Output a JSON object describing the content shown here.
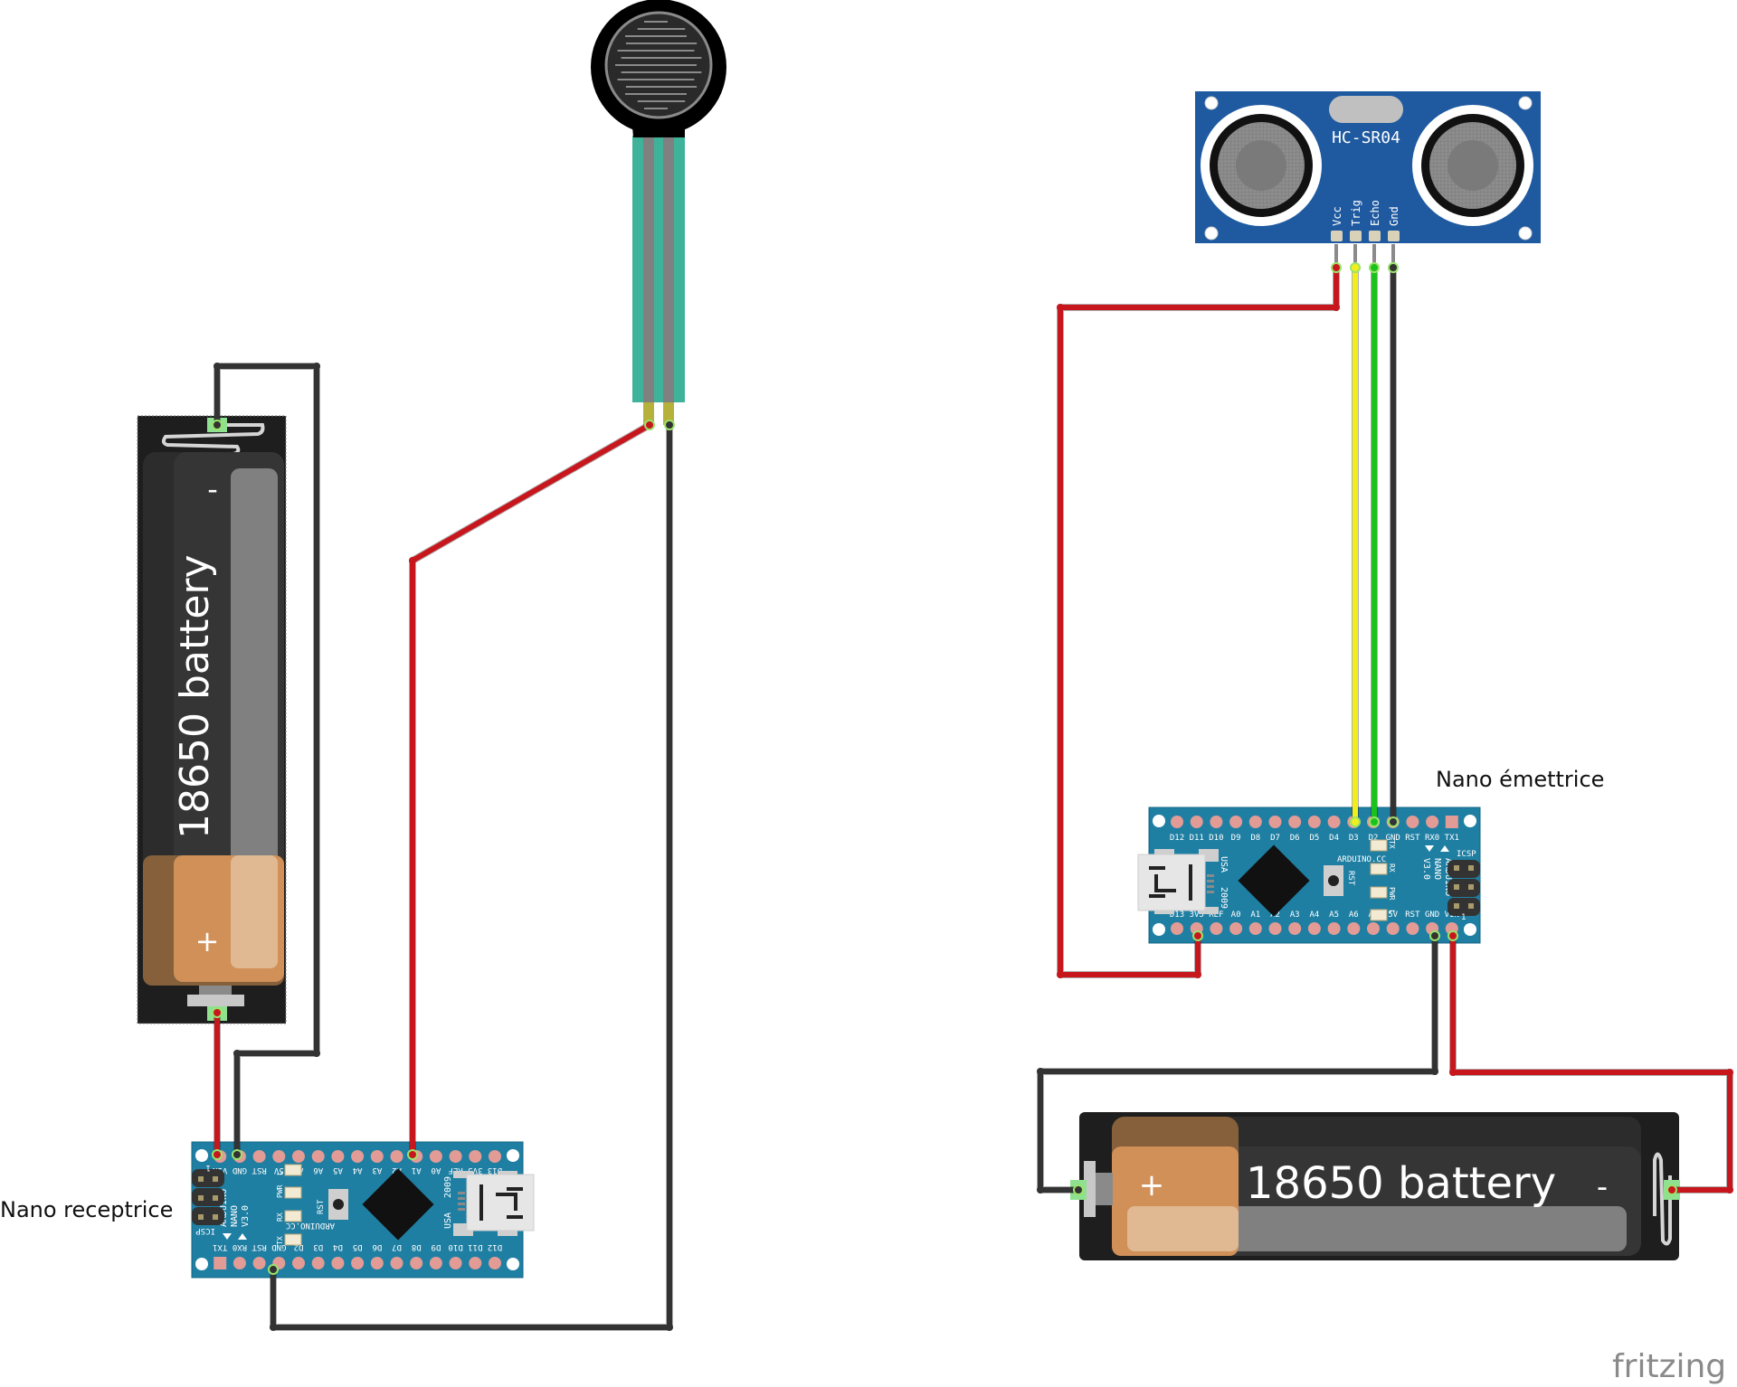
{
  "diagram": {
    "tool_watermark": "fritzing",
    "colors": {
      "wire_red": "#c8161d",
      "wire_black": "#333333",
      "wire_yellow": "#f2ee1b",
      "wire_green": "#1bc21b",
      "nano_board": "#1f7fa3",
      "pin_pad": "#e39b95",
      "hc_board": "#1f5aa0",
      "fsr_teal": "#3fb39a",
      "battery_copper": "#d09058",
      "battery_dark": "#2b2b2b",
      "connector_green": "#8fe08f"
    }
  },
  "labels": {
    "receiver_caption": "Nano receptrice",
    "emitter_caption": "Nano émettrice"
  },
  "hc_sr04": {
    "name": "HC-SR04",
    "pins": [
      "Vcc",
      "Trig",
      "Echo",
      "Gnd"
    ]
  },
  "nano": {
    "brand": "ARDUINO.CC",
    "model_line1": "ARDUINO",
    "model_line2": "NANO",
    "model_line3": "V3.0",
    "icsp": "ICSP",
    "icsp_pin1": "1",
    "rst_button": "RST",
    "usb_text": "USA",
    "year_text": "2009",
    "leds": [
      "TX",
      "RX",
      "PWR",
      "L"
    ],
    "top_pins": [
      "D12",
      "D11",
      "D10",
      "D9",
      "D8",
      "D7",
      "D6",
      "D5",
      "D4",
      "D3",
      "D2",
      "GND",
      "RST",
      "RX0",
      "TX1"
    ],
    "bottom_pins": [
      "D13",
      "3V3",
      "REF",
      "A0",
      "A1",
      "A2",
      "A3",
      "A4",
      "A5",
      "A6",
      "A7",
      "5V",
      "RST",
      "GND",
      "VIN"
    ]
  },
  "batteries": [
    {
      "id": "receiver-battery",
      "label": "18650 battery",
      "plus": "+",
      "minus": "-"
    },
    {
      "id": "emitter-battery",
      "label": "18650 battery",
      "plus": "+",
      "minus": "-"
    }
  ],
  "connections": [
    {
      "from": "receiver-battery +",
      "to": "Nano receptrice VIN",
      "color": "red"
    },
    {
      "from": "receiver-battery -",
      "to": "Nano receptrice GND",
      "color": "black"
    },
    {
      "from": "FSR pin 1",
      "to": "Nano receptrice A1",
      "color": "red"
    },
    {
      "from": "FSR pin 2",
      "to": "Nano receptrice GND",
      "color": "black"
    },
    {
      "from": "HC-SR04 Vcc",
      "to": "Nano émettrice 3V3",
      "color": "red"
    },
    {
      "from": "HC-SR04 Trig",
      "to": "Nano émettrice D3",
      "color": "yellow"
    },
    {
      "from": "HC-SR04 Echo",
      "to": "Nano émettrice D2",
      "color": "green"
    },
    {
      "from": "HC-SR04 Gnd",
      "to": "Nano émettrice GND",
      "color": "black"
    },
    {
      "from": "emitter-battery +",
      "to": "Nano émettrice GND",
      "color": "black"
    },
    {
      "from": "emitter-battery -",
      "to": "Nano émettrice VIN",
      "color": "red"
    }
  ]
}
